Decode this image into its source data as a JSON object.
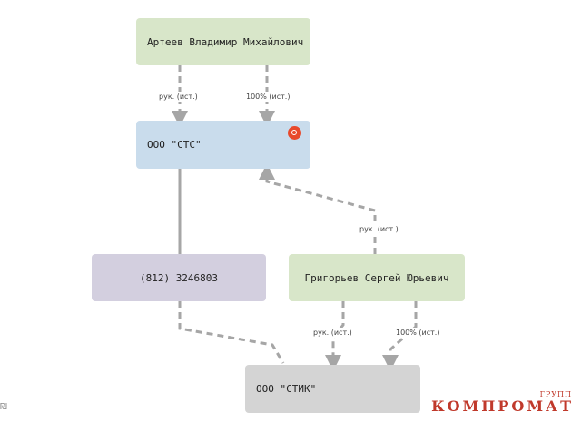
{
  "nodes": {
    "person1": "Артеев Владимир Михайлович",
    "company1": "ООО \"СТС\"",
    "phone": "(812) 3246803",
    "person2": "Григорьев Сергей Юрьевич",
    "company2": "ООО \"СТИК\""
  },
  "edge_labels": {
    "person1_company1_role": "рук. (ист.)",
    "person1_company1_share": "100% (ист.)",
    "person2_company1_role": "рук. (ист.)",
    "person2_company2_role": "рук. (ист.)",
    "person2_company2_share": "100% (ист.)"
  },
  "icons": {
    "company1_badge": "lifebuoy-icon"
  },
  "watermark": {
    "main": "КОМПРОМАТ",
    "sub": "ГРУПП"
  },
  "corner_mark": "₪",
  "colors": {
    "person": "#d8e6c9",
    "company_main": "#c9dcec",
    "phone": "#d3cfdf",
    "company_other": "#d4d4d4",
    "edge": "#a6a6a6",
    "badge": "#e8492b",
    "watermark": "#c0392b"
  }
}
